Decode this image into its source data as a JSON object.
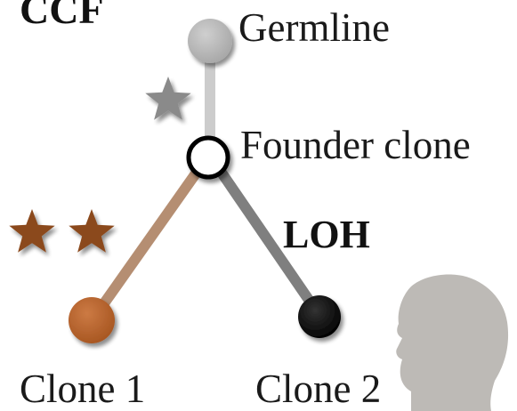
{
  "labels": {
    "corner": "CCF",
    "germline": "Germline",
    "founder": "Founder clone",
    "event": "LOH",
    "clone1": "Clone 1",
    "clone2": "Clone 2"
  },
  "colors": {
    "germline_node": "#b3b3b3",
    "germline_edge": "#cccccc",
    "founder_fill": "#ffffff",
    "founder_stroke": "#000000",
    "clone1_node": "#b8622b",
    "clone1_edge": "#b58e72",
    "clone2_node": "#0a0a0a",
    "clone2_edge": "#7f7f7f",
    "star_grey": "#8a8a8a",
    "star_brown": "#8b4a1e",
    "head": "#bdbab6"
  },
  "icons": {
    "trunk_marker": "star-icon",
    "branch_marker": "star-icon",
    "patient": "human-head-silhouette-icon"
  }
}
